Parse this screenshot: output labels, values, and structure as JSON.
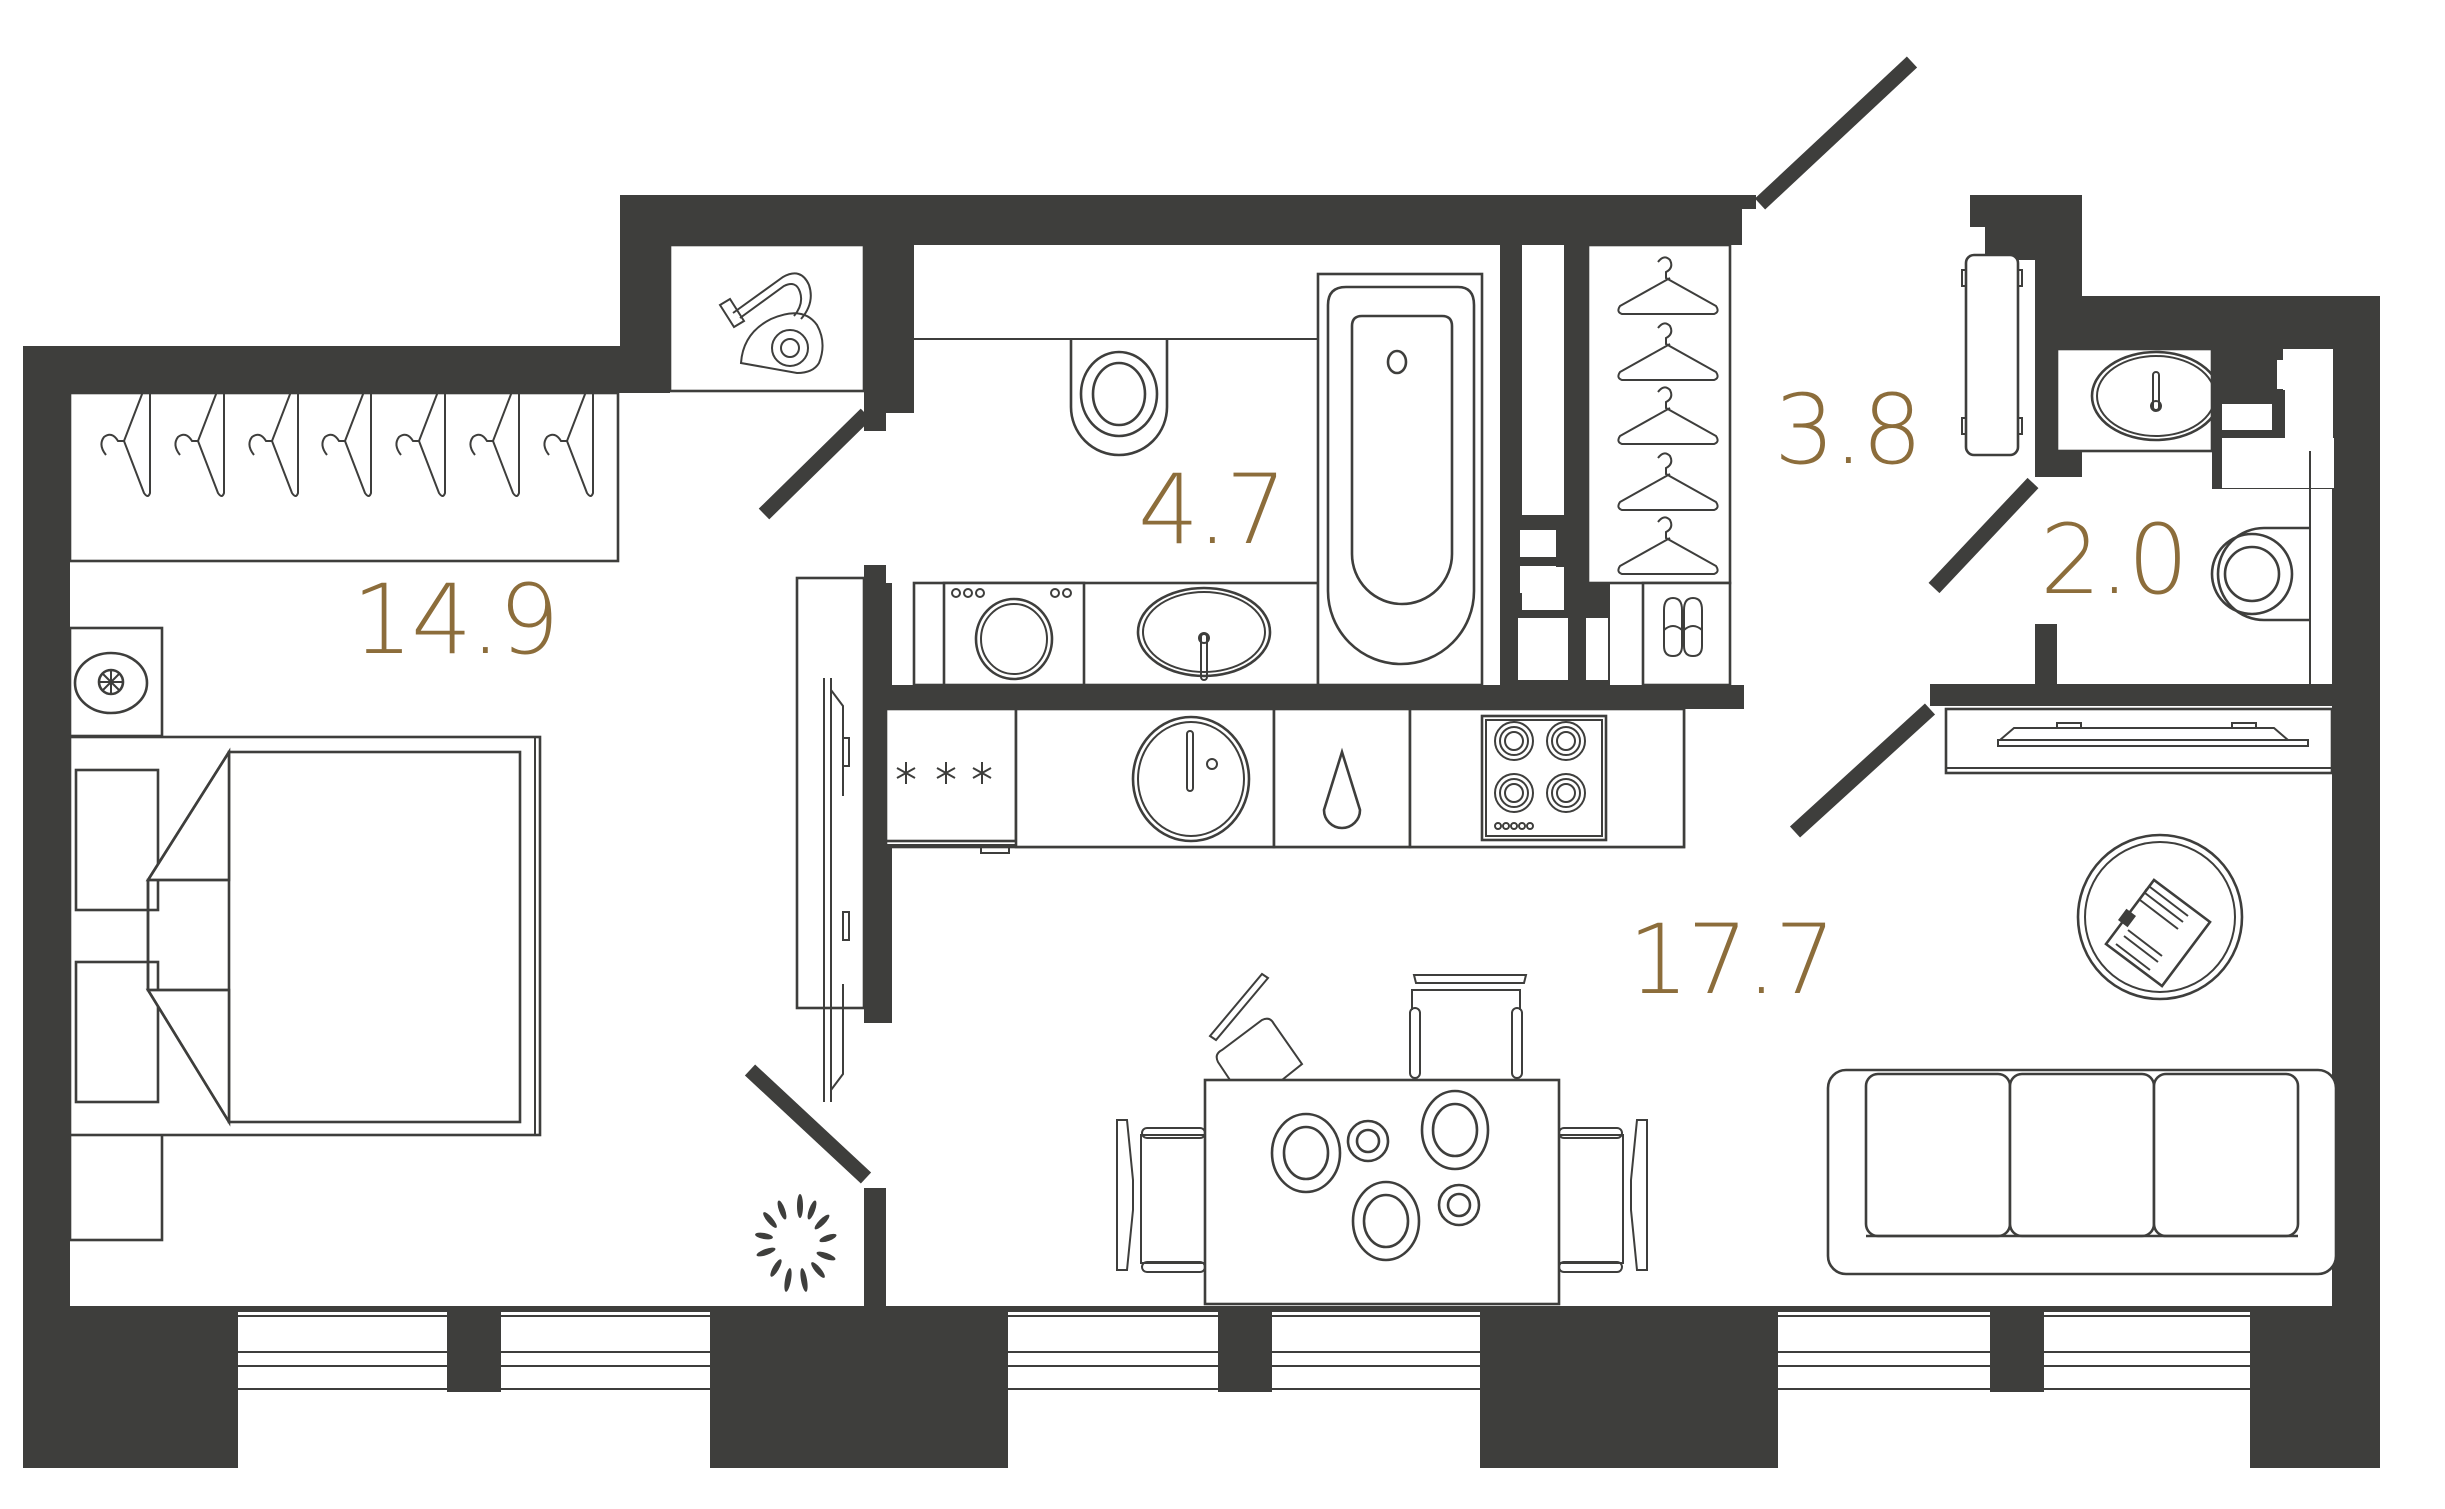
{
  "plan": {
    "title": "Apartment floor plan",
    "colors": {
      "wall": "#3e3e3c",
      "label": "#8c6d3b",
      "background": "#ffffff"
    },
    "rooms": [
      {
        "id": "bedroom",
        "area": "14.9"
      },
      {
        "id": "bathroom",
        "area": "4.7"
      },
      {
        "id": "hallway",
        "area": "3.8"
      },
      {
        "id": "wc",
        "area": "2.0"
      },
      {
        "id": "kitchen-living",
        "area": "17.7"
      }
    ],
    "furniture_icons": [
      "wardrobe-hangers-icon",
      "vacuum-cleaner-icon",
      "toilet-icon",
      "bathtub-icon",
      "washing-machine-icon",
      "washbasin-icon",
      "coat-hangers-icon",
      "slippers-icon",
      "shoe-rack-bench-icon",
      "tv-icon",
      "fridge-freezer-icon",
      "kitchen-sink-icon",
      "water-drop-icon",
      "cooktop-icon",
      "dining-table-icon",
      "chair-icon",
      "coffee-table-newspaper-icon",
      "sofa-icon",
      "double-bed-icon",
      "nightstand-lamp-icon",
      "houseplant-icon",
      "window-icon",
      "door-icon"
    ]
  }
}
